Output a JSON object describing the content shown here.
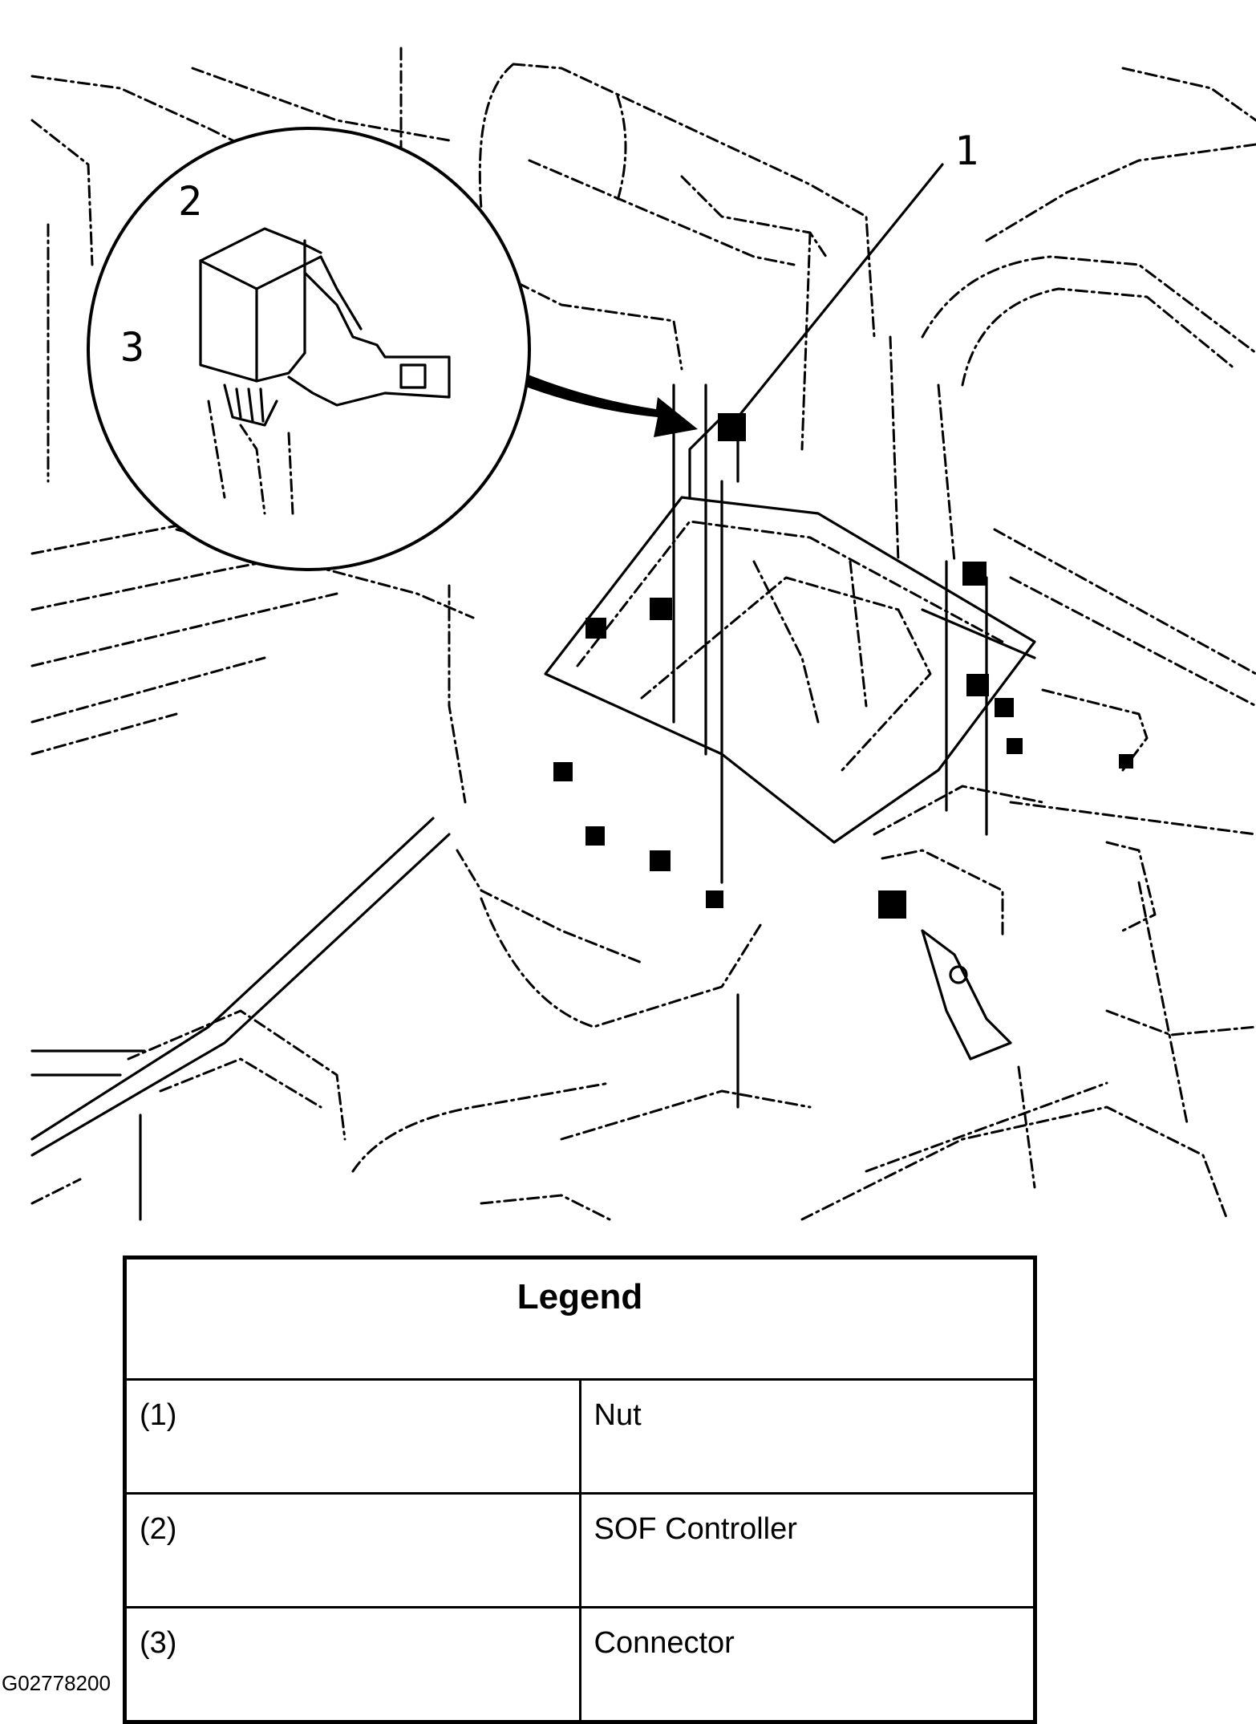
{
  "callouts": [
    {
      "id": "callout-1",
      "text": "1"
    },
    {
      "id": "callout-2",
      "text": "2"
    },
    {
      "id": "callout-3",
      "text": "3"
    }
  ],
  "legend": {
    "title": "Legend",
    "rows": [
      {
        "num": "(1)",
        "label": "Nut"
      },
      {
        "num": "(2)",
        "label": "SOF Controller"
      },
      {
        "num": "(3)",
        "label": "Connector"
      }
    ]
  },
  "figure_id": "G02778200"
}
